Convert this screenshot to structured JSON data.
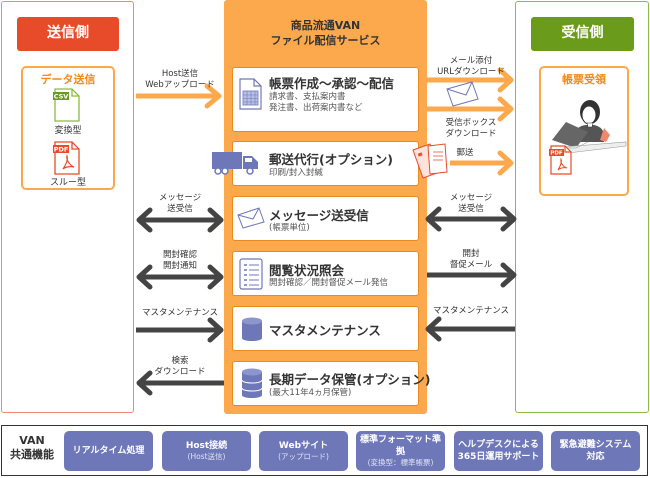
{
  "sender": {
    "title": "送信側",
    "box_title": "データ送信",
    "files": [
      {
        "badge": "CSV",
        "label": "変換型",
        "color": "#6b9b1a"
      },
      {
        "badge": "PDF",
        "label": "スルー型",
        "color": "#e84b2a"
      }
    ]
  },
  "receiver": {
    "title": "受信側",
    "box_title": "帳票受領",
    "file_badge": "PDF"
  },
  "center": {
    "title_line1": "商品流通VAN",
    "title_line2": "ファイル配信サービス",
    "cards": [
      {
        "title": "帳票作成～承認～配信",
        "sub1": "請求書、支払案内書",
        "sub2": "発注書、出荷案内書など",
        "icon": "spreadsheet-document-icon"
      },
      {
        "title": "郵送代行(オプション)",
        "sub1": "印刷/封入封緘",
        "icon": "truck-icon"
      },
      {
        "title": "メッセージ送受信",
        "sub1": "(帳票単位)",
        "icon": "envelope-icon"
      },
      {
        "title": "閲覧状況照会",
        "sub1": "開封確認／開封督促メール発信",
        "icon": "checklist-icon"
      },
      {
        "title": "マスタメンテナンス",
        "icon": "database-icon"
      },
      {
        "title": "長期データ保管(オプション)",
        "sub1": "(最大11年4ヵ月保管)",
        "icon": "database-stack-icon"
      }
    ]
  },
  "left_flows": [
    {
      "line1": "Host送信",
      "line2": "Webアップロード",
      "direction": "right"
    },
    {
      "line1": "メッセージ",
      "line2": "送受信",
      "direction": "both"
    },
    {
      "line1": "開封確認",
      "line2": "開封通知",
      "direction": "both"
    },
    {
      "line1": "マスタメンテナンス",
      "direction": "right"
    },
    {
      "line1": "検索",
      "line2": "ダウンロード",
      "direction": "left"
    }
  ],
  "right_flows": [
    {
      "line1": "メール添付",
      "line2": "URLダウンロード",
      "direction": "right"
    },
    {
      "line1": "受信ボックス",
      "line2": "ダウンロード",
      "direction": "right"
    },
    {
      "line1": "郵送",
      "direction": "right"
    },
    {
      "line1": "メッセージ",
      "line2": "送受信",
      "direction": "both"
    },
    {
      "line1": "開封",
      "line2": "督促メール",
      "direction": "right"
    },
    {
      "line1": "マスタメンテナンス",
      "direction": "left"
    }
  ],
  "common": {
    "label_line1": "VAN",
    "label_line2": "共通機能",
    "features": [
      {
        "main": "リアルタイム処理"
      },
      {
        "main": "Host接続",
        "sub": "(Host送信)"
      },
      {
        "main": "Webサイト",
        "sub": "(アップロード)"
      },
      {
        "main": "標準フォーマット準拠",
        "sub": "(変換型：標準帳票)"
      },
      {
        "main": "ヘルプデスクによる",
        "main2": "365日運用サポート"
      },
      {
        "main": "緊急避難システム",
        "main2": "対応"
      }
    ]
  },
  "colors": {
    "sender_accent": "#e84b2a",
    "receiver_accent": "#6b9b1a",
    "center_orange": "#fba94c",
    "feature_blue": "#6e78b8",
    "arrow_dark": "#444444"
  }
}
